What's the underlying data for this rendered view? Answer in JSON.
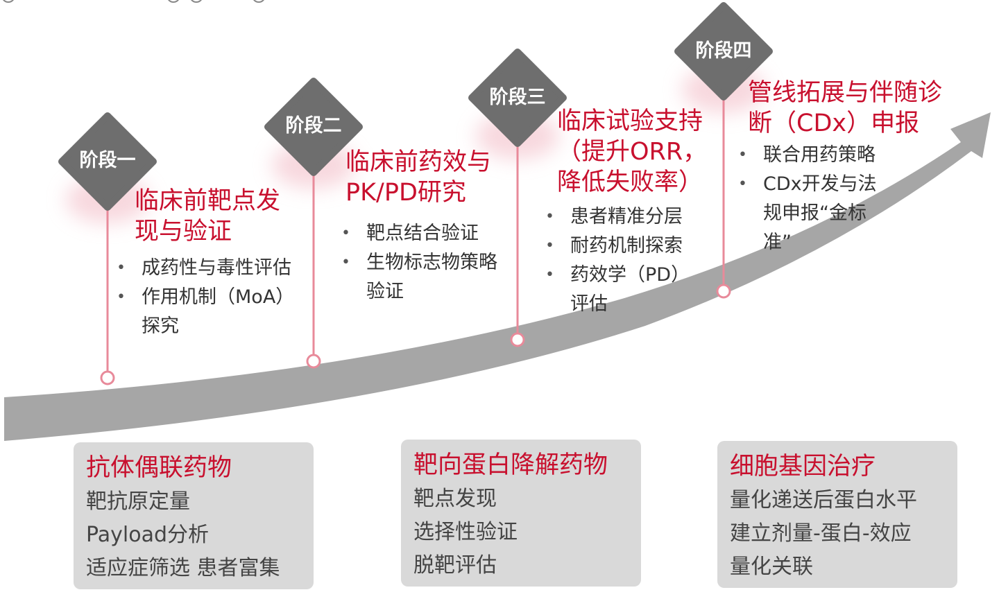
{
  "stages": [
    {
      "label": "阶段一",
      "title_lines": [
        "临床前靶点发",
        "现与验证"
      ],
      "bullets": [
        [
          "成药性与毒性评估"
        ],
        [
          "作用机制（MoA）",
          "探究"
        ]
      ]
    },
    {
      "label": "阶段二",
      "title_lines": [
        "临床前药效与",
        "PK/PD研究"
      ],
      "bullets": [
        [
          "靶点结合验证"
        ],
        [
          "生物标志物策略",
          "验证"
        ]
      ]
    },
    {
      "label": "阶段三",
      "title_lines": [
        "临床试验支持",
        "（提升ORR，",
        "降低失败率）"
      ],
      "bullets": [
        [
          "患者精准分层"
        ],
        [
          "耐药机制探索"
        ],
        [
          "药效学（PD）",
          "评估"
        ]
      ]
    },
    {
      "label": "阶段四",
      "title_lines": [
        "管线拓展与伴随诊",
        "断（CDx）申报"
      ],
      "bullets": [
        [
          "联合用药策略"
        ],
        [
          "CDx开发与法",
          "规申报“金标",
          "准”"
        ]
      ]
    }
  ],
  "tech_boxes": [
    {
      "title": "抗体偶联药物",
      "items": [
        "靶抗原定量",
        "Payload分析",
        "适应症筛选 患者富集"
      ]
    },
    {
      "title": "靶向蛋白降解药物",
      "items": [
        "靶点发现",
        "选择性验证",
        "脱靶评估"
      ]
    },
    {
      "title": "细胞基因治疗",
      "items": [
        "量化递送后蛋白水平",
        "建立剂量-蛋白-效应",
        "量化关联"
      ]
    }
  ],
  "colors": {
    "accent_red": "#c8102e",
    "diamond_gray": "#6e6e6e",
    "arrow_gray": "#a6a6a6",
    "connector_pink": "#e88a9a",
    "box_gray": "#d9d9d9"
  }
}
